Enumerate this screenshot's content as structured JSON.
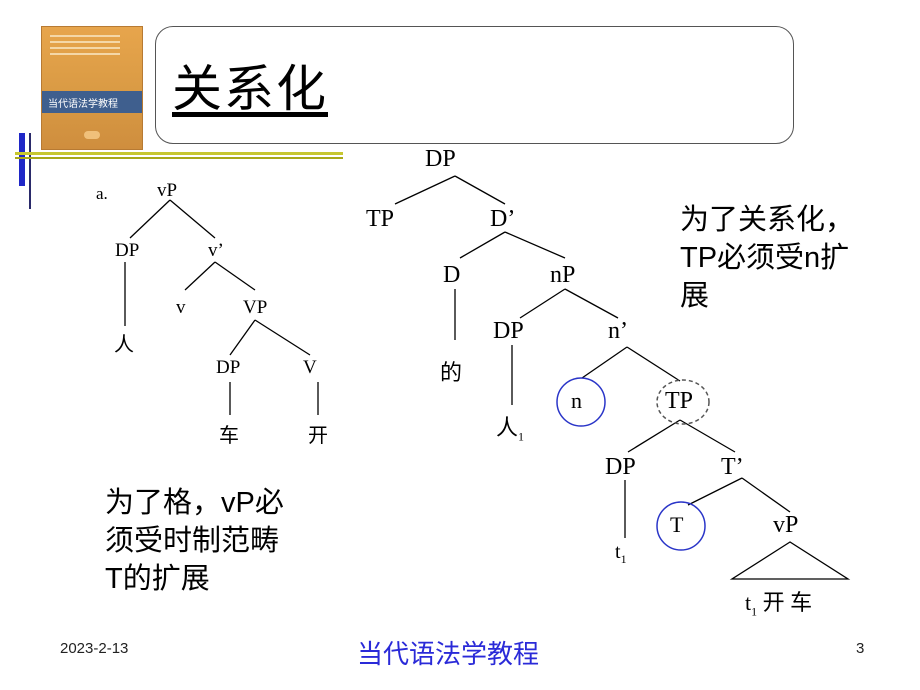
{
  "slide": {
    "title": "关系化",
    "book_cover_title": "当代语法学教程",
    "left_note": [
      "为了格，vP必",
      "须受时制范畴",
      "T的扩展"
    ],
    "right_note": [
      "为了关系化，",
      "TP必须受n扩",
      "展"
    ],
    "footer_date": "2023-2-13",
    "footer_title": "当代语法学教程",
    "page_number": "3"
  },
  "tree_a": {
    "label": "a.",
    "vP": "vP",
    "DP": "DP",
    "v_bar": "v’",
    "v": "v",
    "VP": "VP",
    "ren": "人",
    "DP2": "DP",
    "V": "V",
    "che": "车",
    "kai": "开"
  },
  "tree_b": {
    "DP": "DP",
    "TP": "TP",
    "D_bar": "D’",
    "D": "D",
    "nP": "nP",
    "de": "的",
    "DP2": "DP",
    "n_bar": "n’",
    "ren": "人",
    "ren_sub": "1",
    "n": "n",
    "TP2": "TP",
    "DP3": "DP",
    "T_bar": "T’",
    "t": "t",
    "t_sub": "1",
    "T": "T",
    "vP": "vP",
    "tri_t": "t",
    "tri_sub": "1",
    "tri_text": "开 车"
  },
  "colors": {
    "circle": "#2a35c8",
    "dashed_circle": "#555555",
    "footer": "#2a2ad8"
  }
}
